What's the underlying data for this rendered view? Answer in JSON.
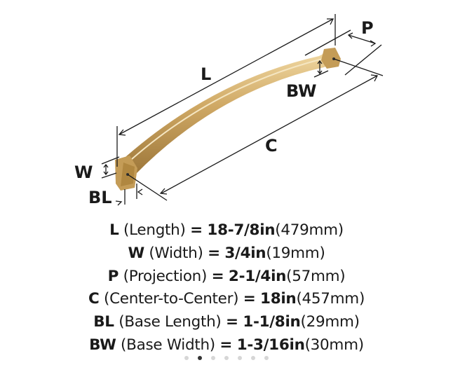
{
  "diagram": {
    "labels": {
      "L": "L",
      "P": "P",
      "BW": "BW",
      "C": "C",
      "W": "W",
      "BL": "BL"
    },
    "handle_color": "#c9a35e"
  },
  "specs": [
    {
      "key": "L",
      "name": "(Length)",
      "eq": "=",
      "inches": "18-7/8in",
      "mm": "(479mm)"
    },
    {
      "key": "W",
      "name": "(Width)",
      "eq": "=",
      "inches": "3/4in",
      "mm": "(19mm)"
    },
    {
      "key": "P",
      "name": "(Projection)",
      "eq": "=",
      "inches": "2-1/4in",
      "mm": "(57mm)"
    },
    {
      "key": "C",
      "name": "(Center-to-Center)",
      "eq": "=",
      "inches": "18in",
      "mm": "(457mm)"
    },
    {
      "key": "BL",
      "name": "(Base Length)",
      "eq": "=",
      "inches": "1-1/8in",
      "mm": "(29mm)"
    },
    {
      "key": "BW",
      "name": "(Base Width)",
      "eq": "=",
      "inches": "1-3/16in",
      "mm": "(30mm)"
    }
  ],
  "carousel": {
    "count": 7,
    "active_index": 1
  }
}
